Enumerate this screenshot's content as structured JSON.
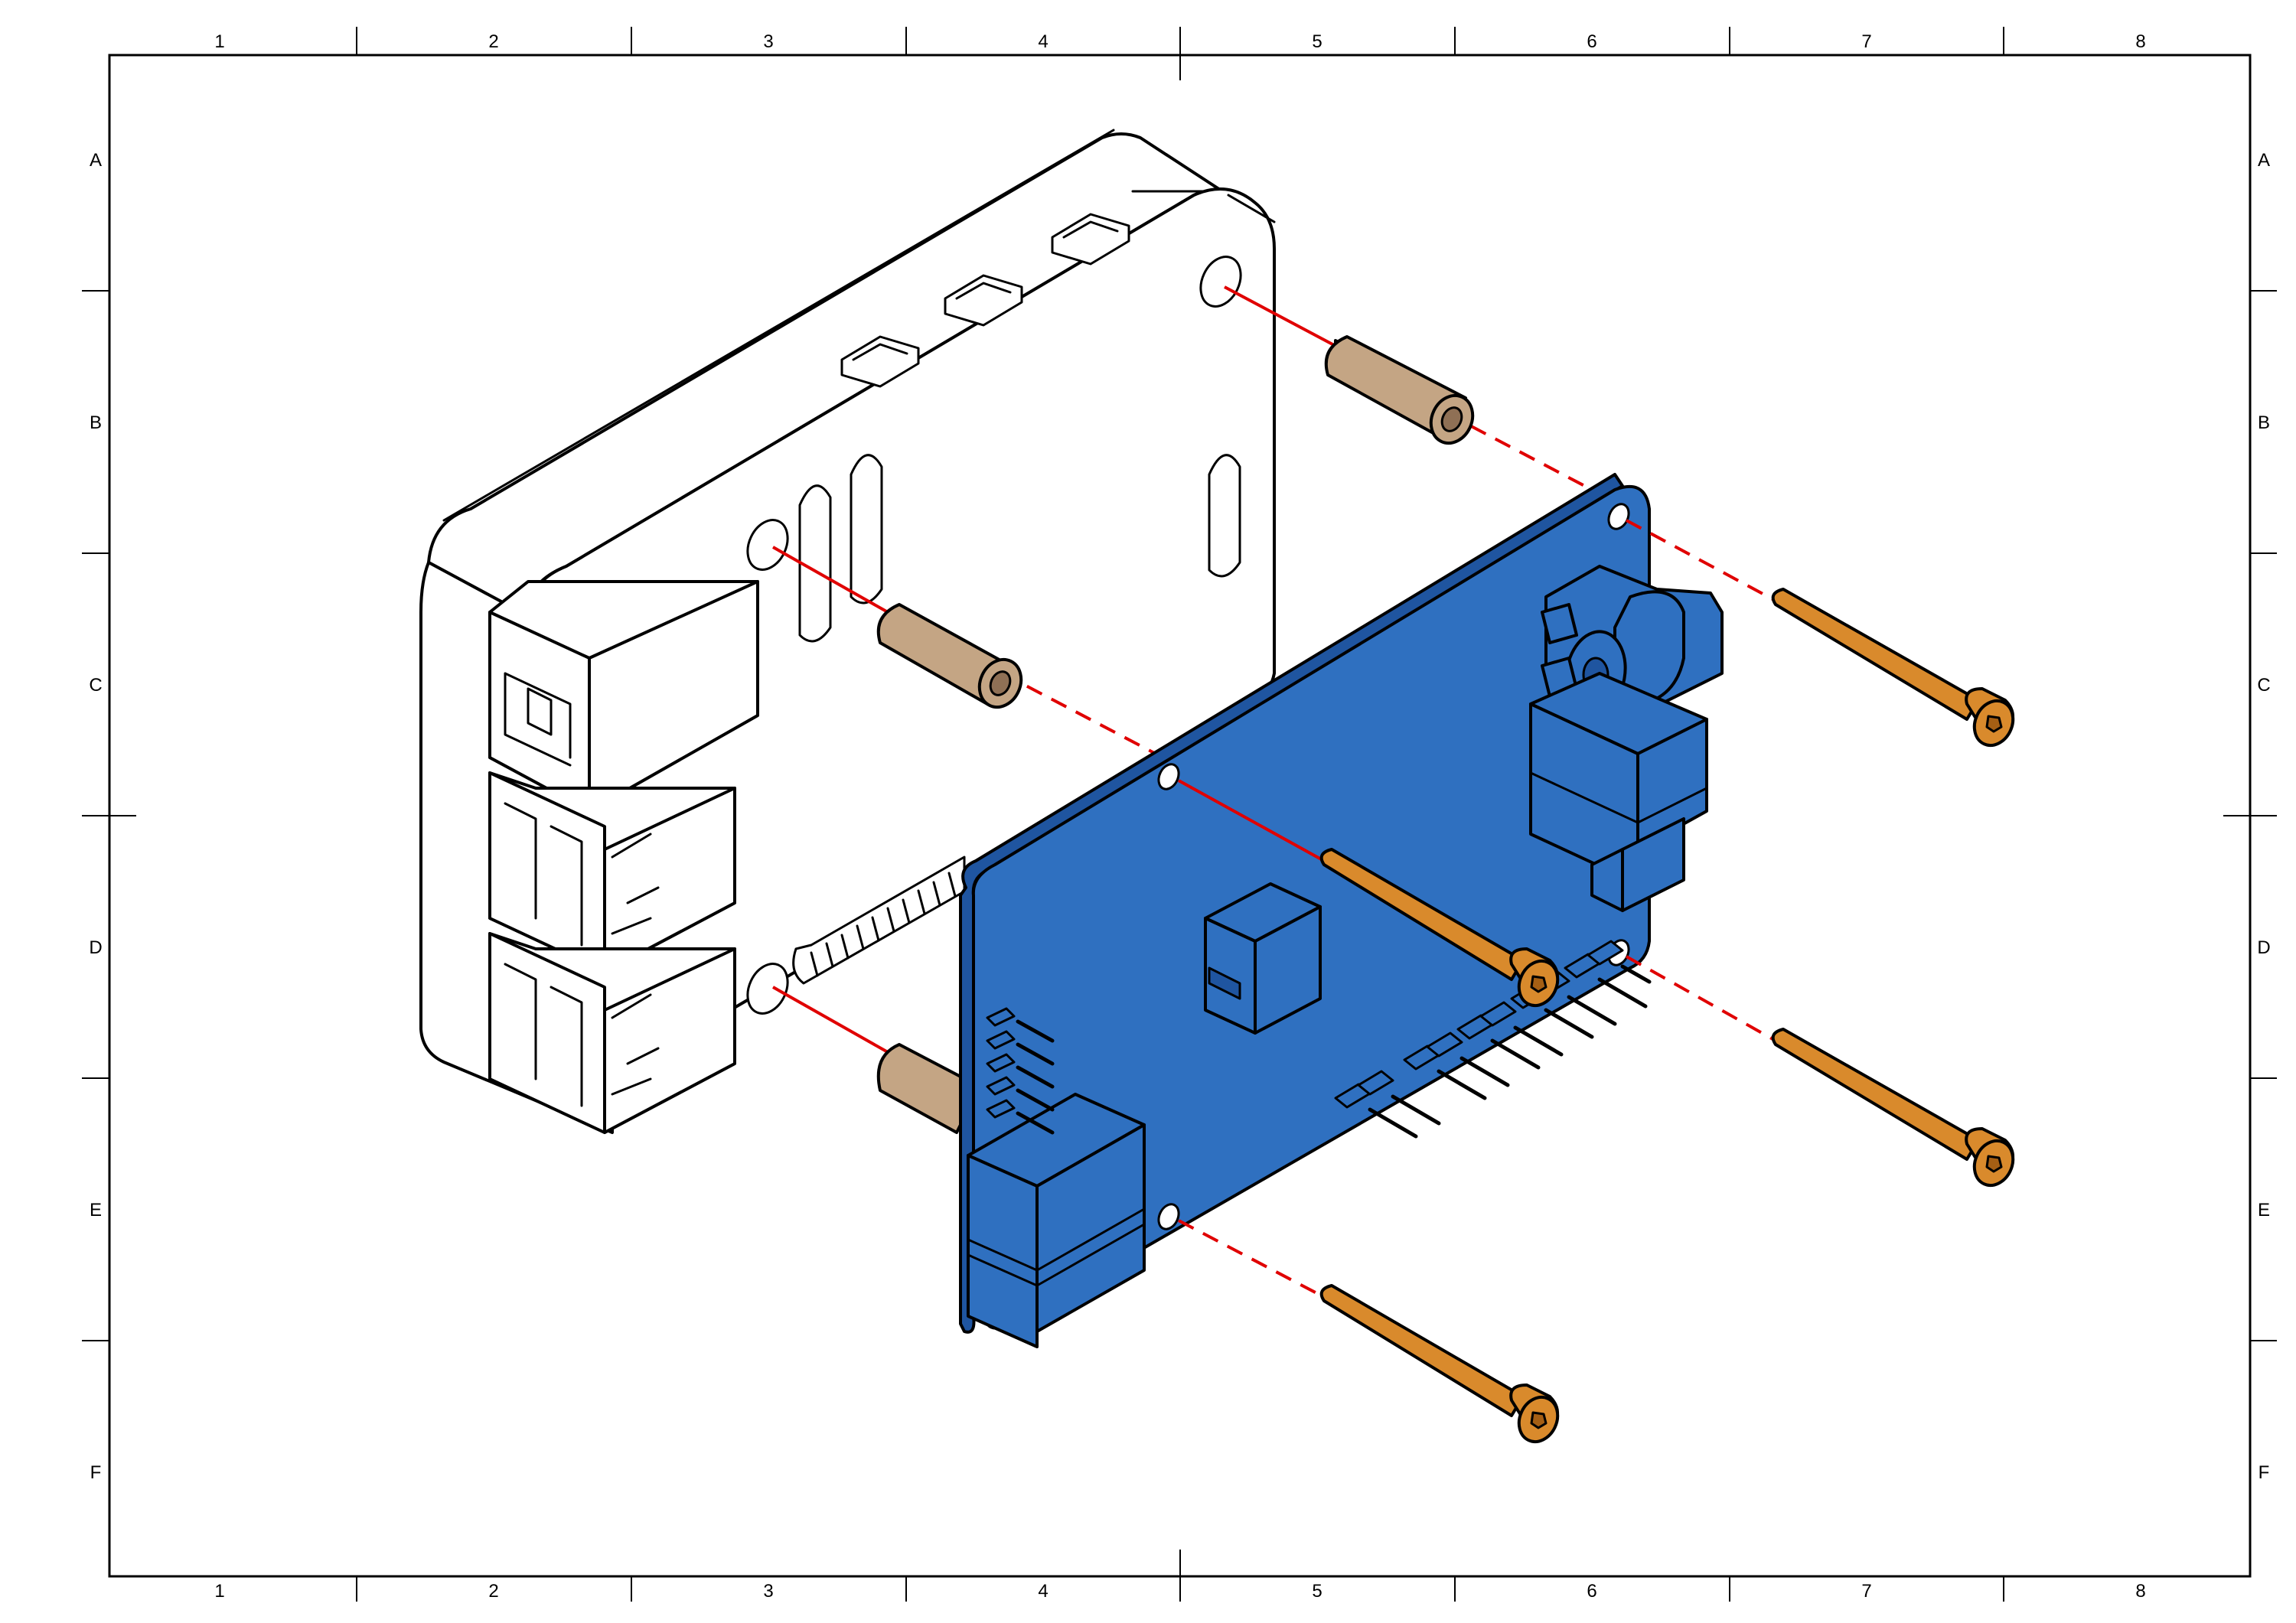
{
  "drawing": {
    "column_labels": [
      "1",
      "2",
      "3",
      "4",
      "5",
      "6",
      "7",
      "8"
    ],
    "row_labels": [
      "A",
      "B",
      "C",
      "D",
      "E",
      "F"
    ]
  },
  "colors": {
    "pcb": "#2f70c0",
    "pcb_dark": "#1f55a0",
    "standoff": "#c4a584",
    "screw": "#d98a2c",
    "explode_line": "#e00000",
    "case": "#ffffff",
    "outline": "#000000"
  },
  "parts": {
    "case": "case-body",
    "board": "hat-pcb",
    "standoffs": 3,
    "screws": 4
  }
}
